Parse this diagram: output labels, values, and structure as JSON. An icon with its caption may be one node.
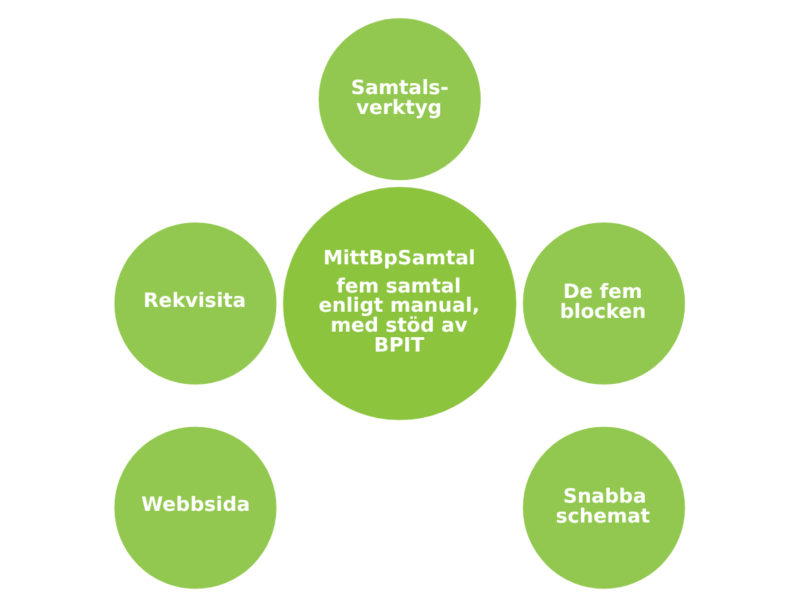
{
  "diagram": {
    "nodes": [
      {
        "text": [
          "Samtals-verktyg"
        ]
      },
      {
        "text": [
          "Rekvisita"
        ]
      },
      {
        "text": [
          "MittBpSamtal",
          "fem samtal enligt manual, med stöd av BPIT"
        ]
      },
      {
        "text": [
          "De fem blocken"
        ]
      },
      {
        "text": [
          "Webbsida"
        ]
      },
      {
        "text": [
          "Snabba schemat"
        ]
      }
    ]
  }
}
